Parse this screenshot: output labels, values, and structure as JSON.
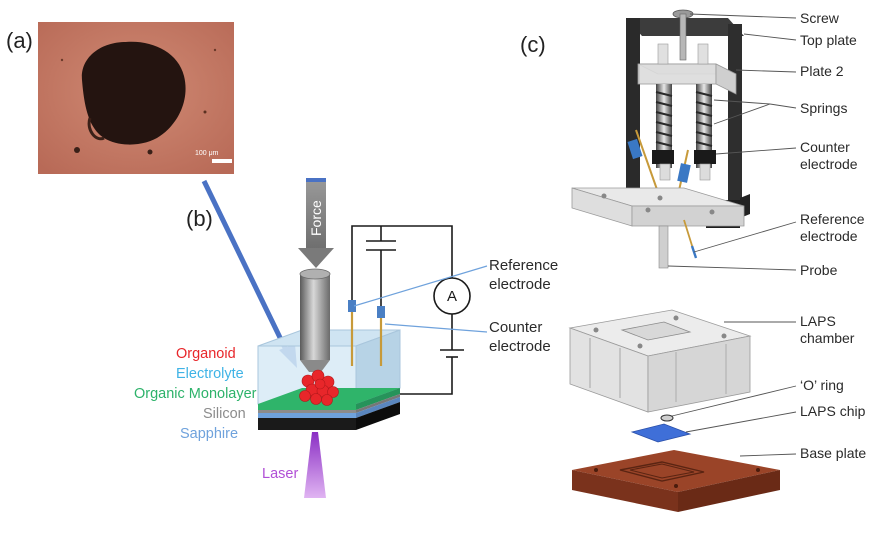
{
  "panels": {
    "a": "(a)",
    "b": "(b)",
    "c": "(c)"
  },
  "scale_bar": "100 μm",
  "force": "Force",
  "ammeter": "A",
  "electrodes": {
    "reference": [
      "Reference",
      "electrode"
    ],
    "counter": [
      "Counter",
      "electrode"
    ]
  },
  "layers": {
    "organoid": "Organoid",
    "electrolyte": "Electrolyte",
    "monolayer": "Organic Monolayer",
    "silicon": "Silicon",
    "sapphire": "Sapphire"
  },
  "laser": "Laser",
  "parts": {
    "screw": "Screw",
    "top_plate": "Top plate",
    "plate2": "Plate 2",
    "springs": "Springs",
    "counter": [
      "Counter",
      "electrode"
    ],
    "reference": [
      "Reference",
      "electrode"
    ],
    "probe": "Probe",
    "laps_chamber": [
      "LAPS",
      "chamber"
    ],
    "o_ring": "‘O’ ring",
    "laps_chip": "LAPS chip",
    "base_plate": "Base plate"
  },
  "colors": {
    "organoid": "#e8262a",
    "electrolyte": "#3fb3e6",
    "monolayer": "#2db26a",
    "silicon": "#8c8c8c",
    "sapphire": "#6fa2dc",
    "laser": "#b04fd6",
    "micrograph_bg": "#c87a66",
    "base_plate": "#8a3b22"
  }
}
